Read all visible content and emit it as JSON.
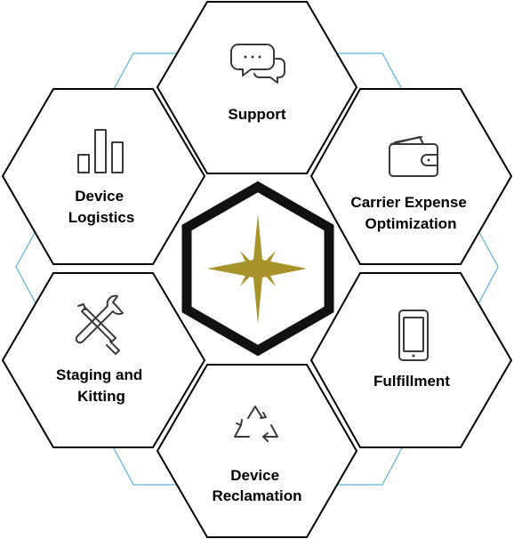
{
  "colors": {
    "hex_fill": "#ffffff",
    "hex_stroke": "#000000",
    "connector": "#5ab4d6",
    "center_border": "#111111",
    "star": "#a8922a",
    "icon": "#3a3a3a"
  },
  "center": {
    "icon": "compass-star-icon"
  },
  "segments": [
    {
      "id": "support",
      "label_lines": [
        "Support"
      ],
      "icon": "chat-bubbles-icon"
    },
    {
      "id": "carrier-expense",
      "label_lines": [
        "Carrier Expense",
        "Optimization"
      ],
      "icon": "wallet-icon"
    },
    {
      "id": "fulfillment",
      "label_lines": [
        "Fulfillment"
      ],
      "icon": "smartphone-icon"
    },
    {
      "id": "device-reclamation",
      "label_lines": [
        "Device",
        "Reclamation"
      ],
      "icon": "recycle-icon"
    },
    {
      "id": "staging-kitting",
      "label_lines": [
        "Staging and",
        "Kitting"
      ],
      "icon": "tools-icon"
    },
    {
      "id": "device-logistics",
      "label_lines": [
        "Device",
        "Logistics"
      ],
      "icon": "bar-chart-icon"
    }
  ]
}
